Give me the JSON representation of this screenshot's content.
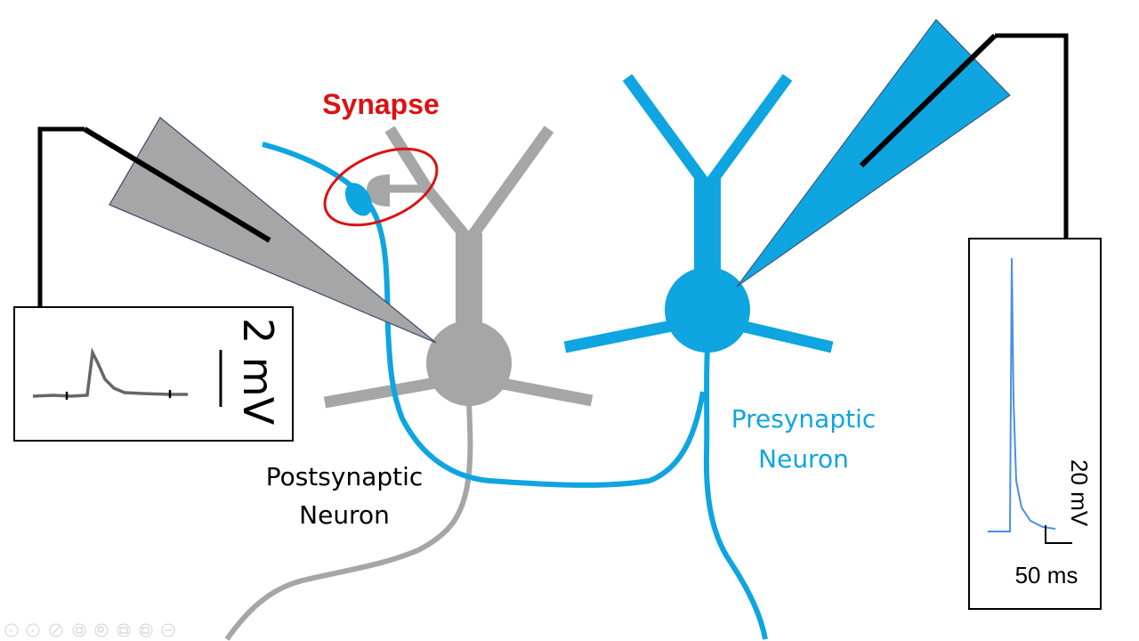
{
  "labels": {
    "synapse": "Synapse",
    "postsynaptic_line1": "Postsynaptic",
    "postsynaptic_line2": "Neuron",
    "presynaptic_line1": "Presynaptic",
    "presynaptic_line2": "Neuron"
  },
  "postsynaptic_recording": {
    "scale_bar": "2 mV"
  },
  "presynaptic_recording": {
    "scale_voltage": "20 mV",
    "scale_time": "50 ms"
  },
  "colors": {
    "presynaptic": "#0ea5e0",
    "postsynaptic": "#a6a6a6",
    "synapse_highlight": "#dd1111",
    "electrode_wire": "#000000",
    "trace_dark": "#666666",
    "trace_blue": "#4a90e2"
  },
  "player_controls": {
    "icons": [
      "prev-icon",
      "next-icon",
      "pen-icon",
      "copy-icon",
      "zoom-icon",
      "subtitles-icon",
      "camera-icon",
      "more-icon"
    ]
  }
}
